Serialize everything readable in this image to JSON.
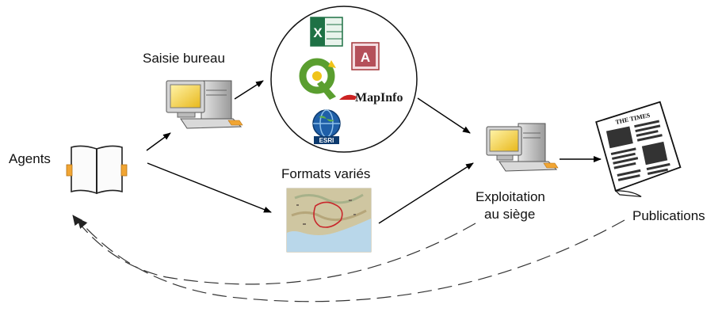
{
  "labels": {
    "agents": "Agents",
    "saisie_bureau": "Saisie bureau",
    "formats_varies": "Formats variés",
    "exploitation_line1": "Exploitation",
    "exploitation_line2": "au siège",
    "publications": "Publications"
  },
  "software_logos": {
    "excel_letter": "X",
    "access_letter": "A",
    "mapinfo": "MapInfo",
    "esri": "ESRI"
  },
  "newspaper_masthead": "THE TIMES",
  "colors": {
    "arrow": "#000000",
    "dashed_return": "#444444",
    "excel_green": "#1e7145",
    "access_red": "#a4373a",
    "qgis_green": "#5a9e2f",
    "qgis_yellow": "#f0c419",
    "esri_blue": "#1f5fa8",
    "screen_yellow": "#f6d23a",
    "notebook_orange": "#f1a533"
  },
  "icons": [
    "notebook-icon",
    "computer-icon",
    "map-icon",
    "newspaper-icon",
    "excel-icon",
    "access-icon",
    "qgis-icon",
    "mapinfo-icon",
    "esri-icon"
  ]
}
